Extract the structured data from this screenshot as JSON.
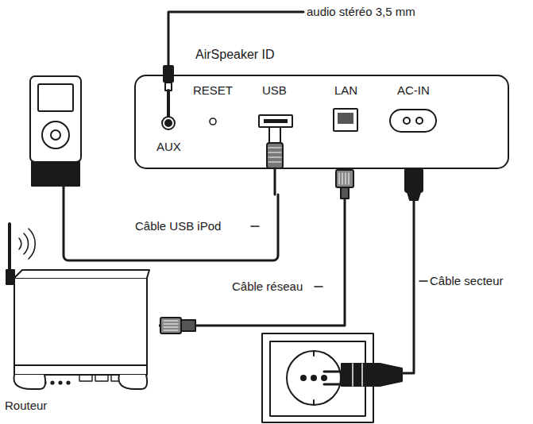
{
  "diagram": {
    "nodes": [
      {
        "text": [
          "AirSpeaker ID"
        ]
      },
      {
        "text": [
          "Routeur"
        ]
      }
    ],
    "edges": [
      {
        "from": 1,
        "to": 0,
        "arrow": "none",
        "label": "Câble réseau"
      }
    ],
    "labels": [
      "audio stéréo 3,5 mm",
      "RESET",
      "USB",
      "LAN",
      "AC-IN",
      "AUX",
      "Câble USB iPod",
      "Câble secteur"
    ]
  }
}
